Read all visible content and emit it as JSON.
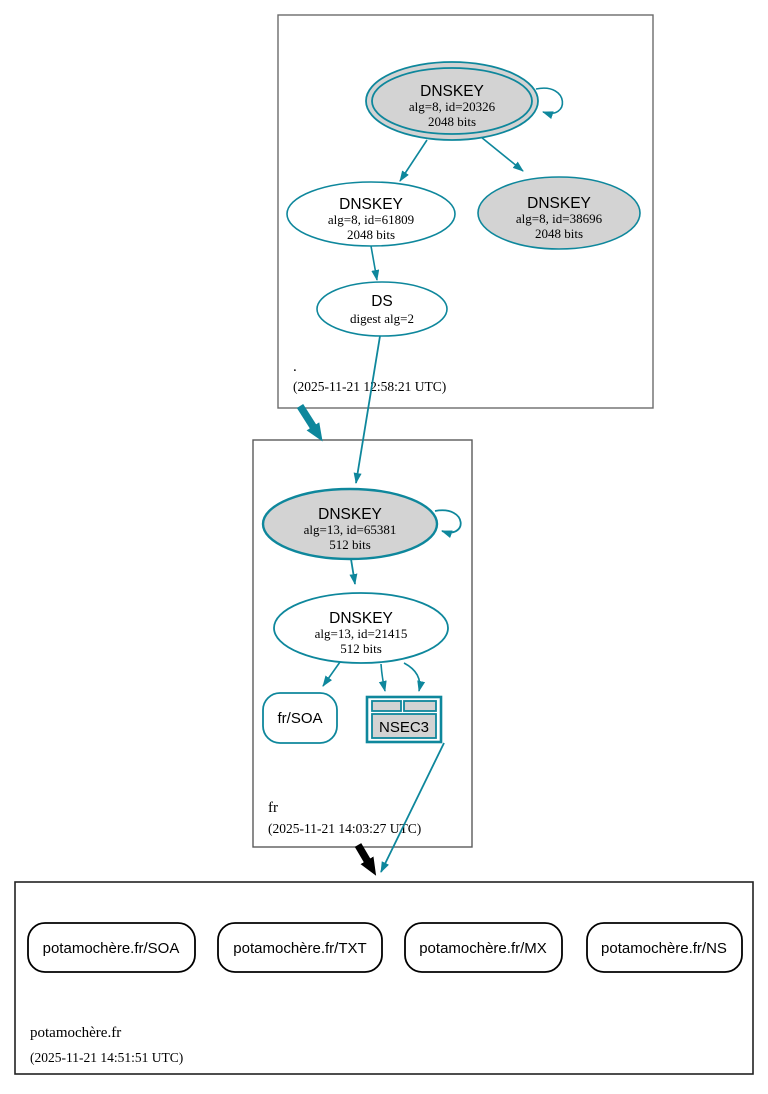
{
  "colors": {
    "secure_teal": "#0e879c",
    "node_gray_fill": "#d3d3d3",
    "zone_box_border": "#5f5f5f",
    "insecure_black": "#000000"
  },
  "zones": [
    {
      "name": ".",
      "timestamp": "(2025-11-21 12:58:21 UTC)",
      "nodes": {
        "ksk": {
          "title": "DNSKEY",
          "detail1": "alg=8, id=20326",
          "detail2": "2048 bits"
        },
        "zsk": {
          "title": "DNSKEY",
          "detail1": "alg=8, id=61809",
          "detail2": "2048 bits"
        },
        "standby": {
          "title": "DNSKEY",
          "detail1": "alg=8, id=38696",
          "detail2": "2048 bits"
        },
        "ds": {
          "title": "DS",
          "detail1": "digest alg=2"
        }
      }
    },
    {
      "name": "fr",
      "timestamp": "(2025-11-21 14:03:27 UTC)",
      "nodes": {
        "ksk": {
          "title": "DNSKEY",
          "detail1": "alg=13, id=65381",
          "detail2": "512 bits"
        },
        "zsk": {
          "title": "DNSKEY",
          "detail1": "alg=13, id=21415",
          "detail2": "512 bits"
        },
        "soa": {
          "label": "fr/SOA"
        },
        "nsec3": {
          "label": "NSEC3"
        }
      }
    },
    {
      "name": "potamochère.fr",
      "timestamp": "(2025-11-21 14:51:51 UTC)",
      "rrsets": [
        "potamochère.fr/SOA",
        "potamochère.fr/TXT",
        "potamochère.fr/MX",
        "potamochère.fr/NS"
      ]
    }
  ]
}
